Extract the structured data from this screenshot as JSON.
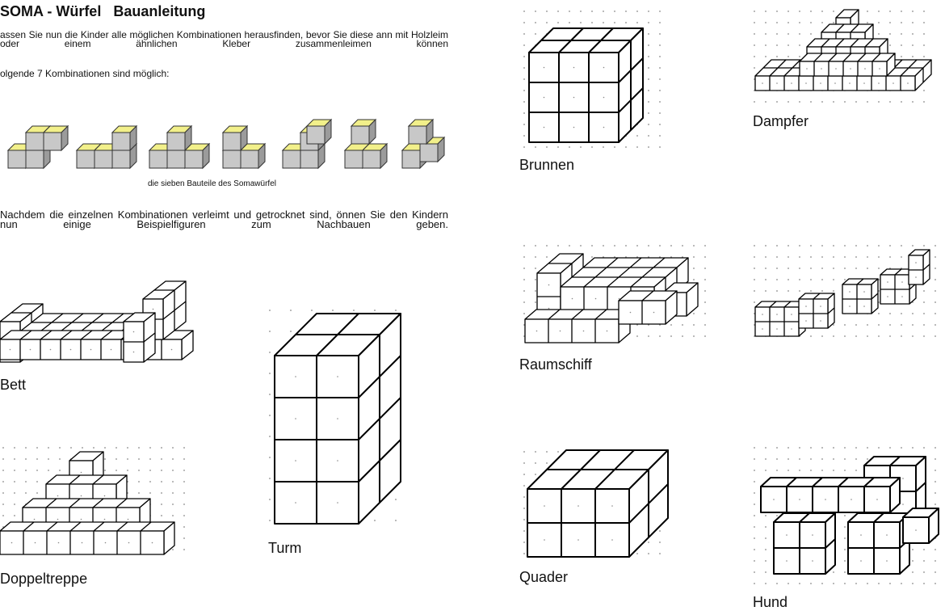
{
  "header": {
    "title": "SOMA - Würfel   Bauanleitung",
    "intro": "assen Sie nun die Kinder alle möglichen Kombinationen herausfinden, bevor Sie diese ann mit Holzleim oder einem ähnlichen Kleber zusammenleimen können",
    "count_text": "olgende 7 Kombinationen sind möglich:"
  },
  "parts": {
    "caption": "die sieben Bauteile des Somawürfel",
    "colors": {
      "top": "#f2f08a",
      "front": "#c8c8c8",
      "side": "#9b9b9b"
    }
  },
  "after_text": "Nachdem die einzelnen Kombinationen verleimt und getrocknet sind, önnen Sie den Kindern nun einige Beispielfiguren zum Nachbauen geben.",
  "figures": [
    {
      "id": "bett",
      "label": "Bett"
    },
    {
      "id": "turm",
      "label": "Turm"
    },
    {
      "id": "doppeltreppe",
      "label": "Doppeltreppe"
    },
    {
      "id": "brunnen",
      "label": "Brunnen"
    },
    {
      "id": "dampfer",
      "label": "Dampfer"
    },
    {
      "id": "raumschiff",
      "label": "Raumschiff"
    },
    {
      "id": "quader",
      "label": "Quader"
    },
    {
      "id": "hund",
      "label": "Hund"
    }
  ]
}
